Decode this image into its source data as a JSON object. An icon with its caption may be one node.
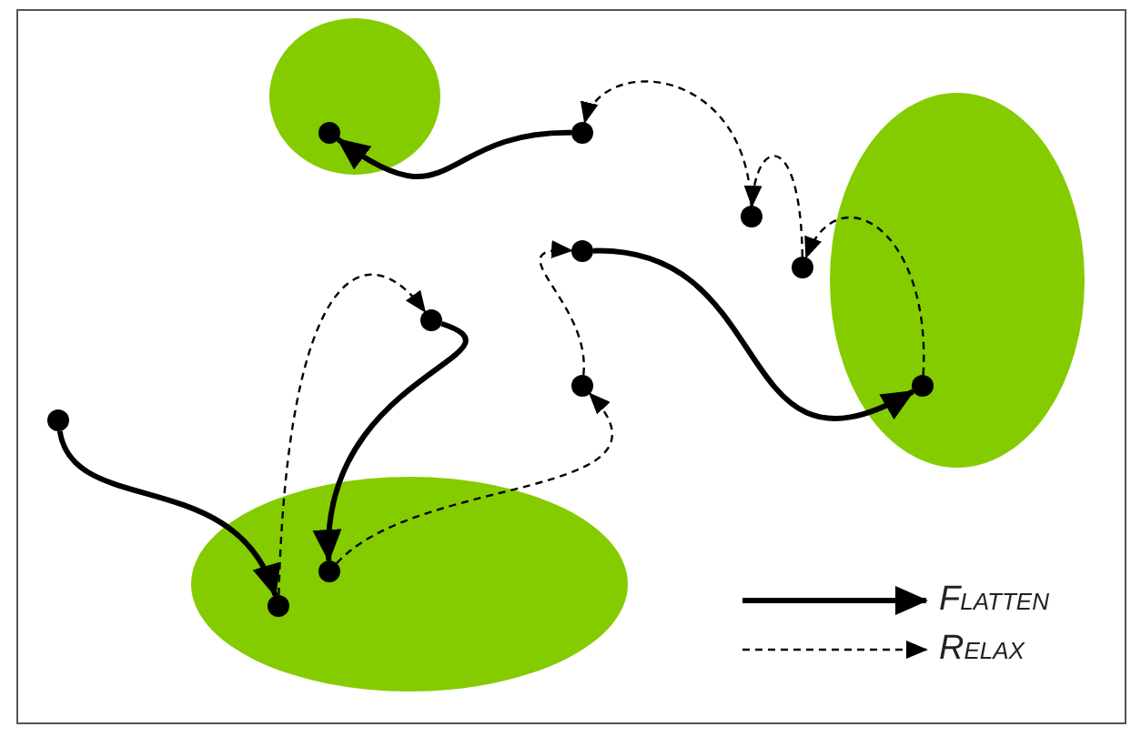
{
  "diagram": {
    "nodes": [
      {
        "text": [],
        "shape": "ellipse"
      },
      {
        "text": [],
        "shape": "ellipse"
      },
      {
        "text": [],
        "shape": "ellipse"
      },
      {
        "text": [],
        "shape": "circle",
        "in": 0
      },
      {
        "text": [],
        "shape": "circle"
      },
      {
        "text": [],
        "shape": "circle"
      },
      {
        "text": [],
        "shape": "circle"
      },
      {
        "text": [],
        "shape": "circle"
      },
      {
        "text": [],
        "shape": "circle"
      },
      {
        "text": [],
        "shape": "circle",
        "in": 1
      },
      {
        "text": [],
        "shape": "circle"
      },
      {
        "text": [],
        "shape": "circle"
      },
      {
        "text": [],
        "shape": "circle",
        "in": 2
      },
      {
        "text": [],
        "shape": "circle",
        "in": 2
      }
    ],
    "edges": [
      {
        "from": 11,
        "to": 13,
        "arrow": "to",
        "style": "thick"
      },
      {
        "from": 13,
        "to": 8,
        "arrow": "to",
        "style": "dashed"
      },
      {
        "from": 8,
        "to": 12,
        "arrow": "to",
        "style": "thick"
      },
      {
        "from": 12,
        "to": 10,
        "arrow": "to",
        "style": "dashed"
      },
      {
        "from": 10,
        "to": 7,
        "arrow": "to",
        "style": "dashed"
      },
      {
        "from": 7,
        "to": 9,
        "arrow": "to",
        "style": "thick"
      },
      {
        "from": 9,
        "to": 6,
        "arrow": "to",
        "style": "dashed"
      },
      {
        "from": 6,
        "to": 5,
        "arrow": "to",
        "style": "dashed"
      },
      {
        "from": 5,
        "to": 4,
        "arrow": "to",
        "style": "dashed"
      },
      {
        "from": 4,
        "to": 3,
        "arrow": "to",
        "style": "thick"
      }
    ],
    "legend": [
      {
        "text": "Flatten"
      },
      {
        "text": "Relax"
      }
    ]
  }
}
